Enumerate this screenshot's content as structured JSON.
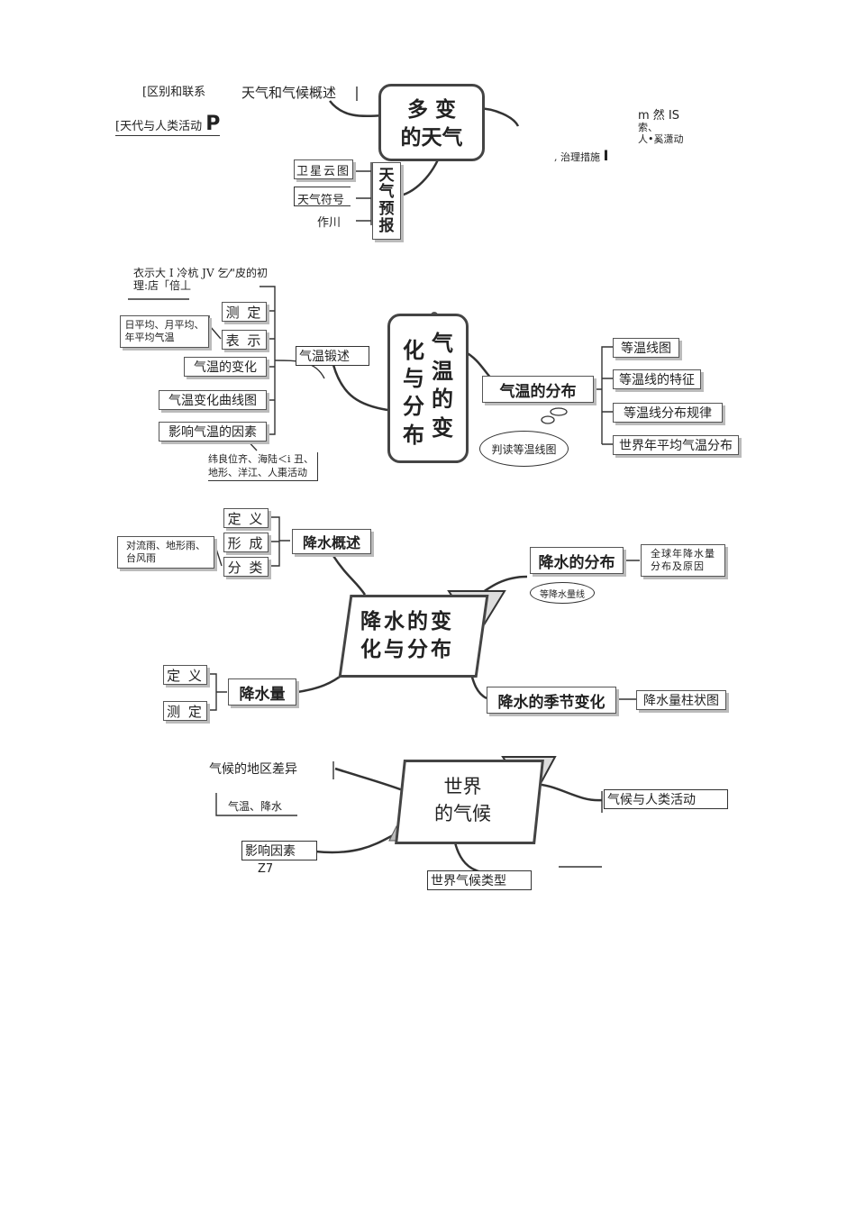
{
  "section1": {
    "topleft1": "[区别和联系",
    "topleft2": "[天代与人类活动",
    "topleft2_mark": "P",
    "overview": "天气和气候概述",
    "center_l1": "多 变",
    "center_l2": "的天气",
    "forecast": "天\n气\n预\n报",
    "satellite": "卫星云图",
    "symbols": "天气符号",
    "use": "作川",
    "right1": "m 然 IS",
    "right2": "索、",
    "right3": "人•奚潇动",
    "right4": ", 治理措施",
    "right4_mark": "I"
  },
  "section2": {
    "note1": "衣示大 I 冷杭 JV 乞⁄\"皮的初",
    "note2": "理:店「倍丄",
    "measure": "测 定",
    "express": "表 示",
    "daily_avg": "日平均、月平均、\n年平均气温",
    "temp_change": "气温的变化",
    "curve": "气温变化曲线图",
    "factors": "影响气温的因素",
    "factors_detail": "纬良位齐、海陆＜i 丑、\n地形、洋江、人棗活动",
    "overview": "气温锻述",
    "center_col1": "化\n与\n分\n布",
    "center_col2": "气\n温\n的\n变",
    "distribution": "气温的分布",
    "isotherm_map": "等温线图",
    "isotherm_features": "等温线的特征",
    "isotherm_rules": "等温线分布规律",
    "world_avg": "世界年平均气温分布",
    "read_map": "判读等温线图"
  },
  "section3": {
    "definition": "定 义",
    "formation": "形 成",
    "classification": "分 类",
    "types": "对流雨、地形雨、\n台风雨",
    "overview": "降水概述",
    "distribution": "降水的分布",
    "global_dist": "全球年降水量\n分布及原因",
    "isohyet": "等降水量线",
    "center_l1": "降水的变",
    "center_l2": "化与分布",
    "amount_def": "定 义",
    "amount_measure": "测 定",
    "amount": "降水量",
    "seasonal": "降水的季节变化",
    "bar_chart": "降水量柱状图"
  },
  "section4": {
    "regional": "气候的地区差异",
    "temp_precip": "气温、降水",
    "factors": "影响因素",
    "z7": "Z7",
    "center_l1": "世界",
    "center_l2": "的气候",
    "human": "气候与人类活动",
    "types": "世界气候类型"
  }
}
